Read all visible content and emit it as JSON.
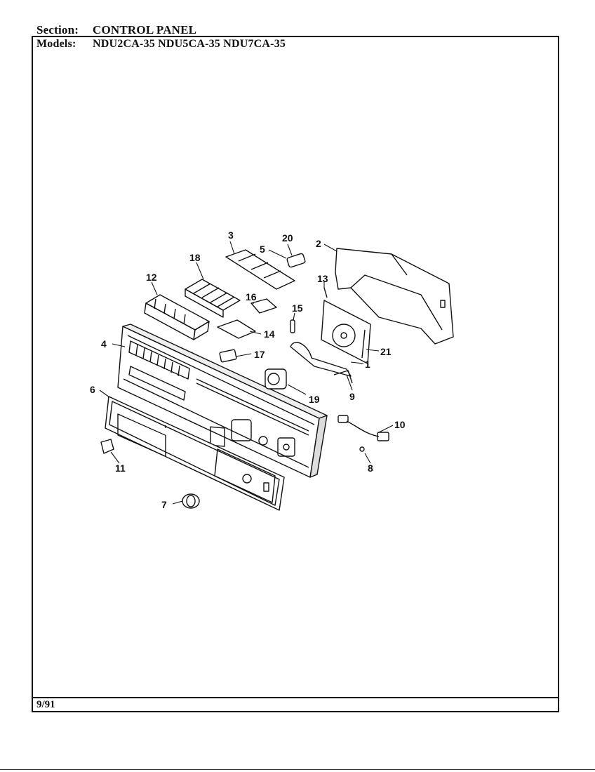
{
  "header": {
    "section_label": "Section:",
    "section_value": "CONTROL PANEL",
    "models_label": "Models:",
    "models_value": "NDU2CA-35  NDU5CA-35  NDU7CA-35"
  },
  "footer": {
    "date": "9/91"
  },
  "callouts": [
    "1",
    "2",
    "3",
    "4",
    "5",
    "6",
    "7",
    "8",
    "9",
    "10",
    "11",
    "12",
    "13",
    "14",
    "15",
    "16",
    "17",
    "18",
    "19",
    "20",
    "21"
  ]
}
